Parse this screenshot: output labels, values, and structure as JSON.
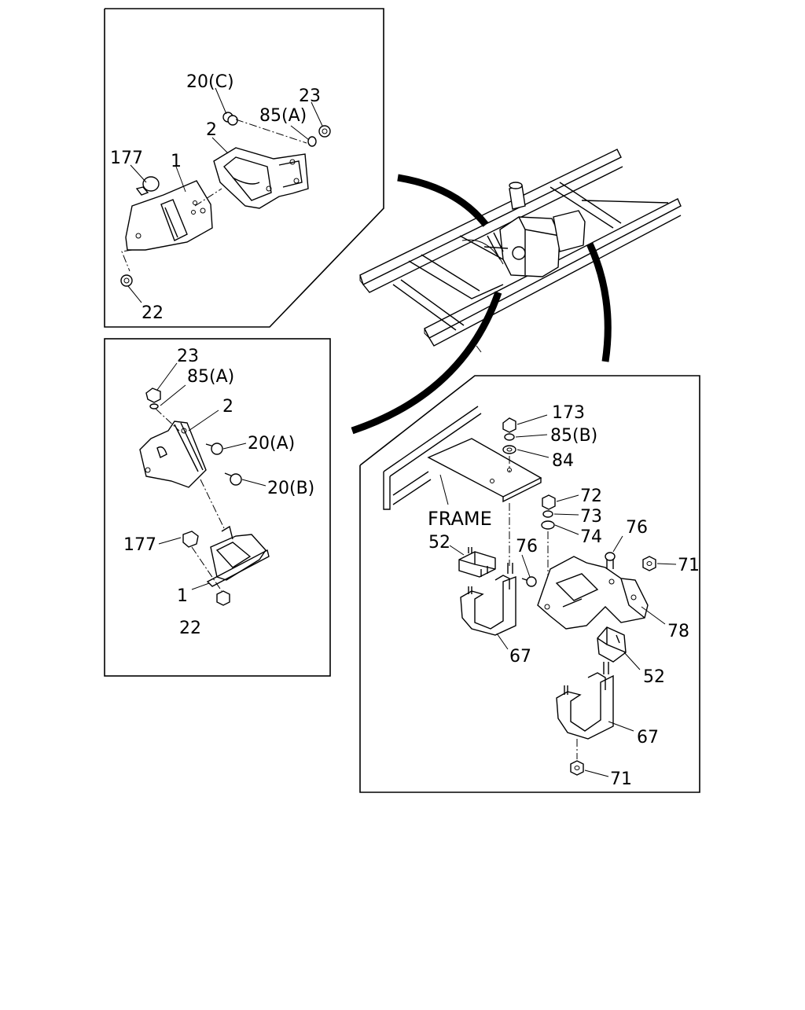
{
  "panel_top_left": {
    "labels": {
      "l20c": "20(C)",
      "l85a": "85(A)",
      "l23": "23",
      "l2": "2",
      "l177": "177",
      "l1": "1",
      "l22": "22"
    }
  },
  "panel_mid_left": {
    "labels": {
      "l23": "23",
      "l85a": "85(A)",
      "l2": "2",
      "l20a": "20(A)",
      "l20b": "20(B)",
      "l177": "177",
      "l1": "1",
      "l22": "22"
    }
  },
  "panel_right": {
    "labels": {
      "l173": "173",
      "l85b": "85(B)",
      "l84": "84",
      "frame": "FRAME",
      "l72": "72",
      "l73": "73",
      "l74": "74",
      "l52a": "52",
      "l76a": "76",
      "l76b": "76",
      "l71a": "71",
      "l78": "78",
      "l52b": "52",
      "l67a": "67",
      "l67b": "67",
      "l71b": "71"
    }
  }
}
